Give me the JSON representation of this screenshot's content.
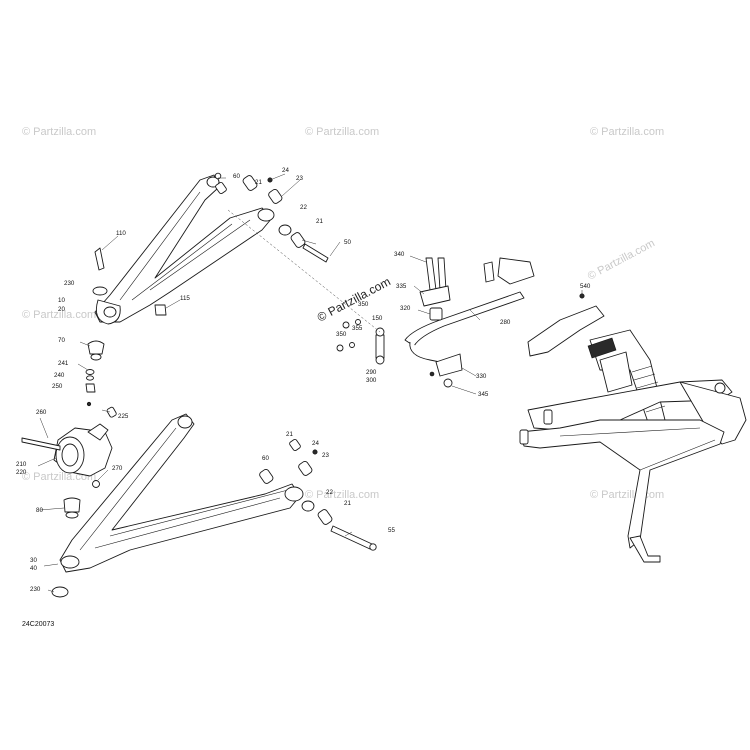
{
  "watermark_text": "© Partzilla.com",
  "diagram_code": "24C20073",
  "callouts": [
    "24",
    "60",
    "21",
    "23",
    "22",
    "21",
    "50",
    "110",
    "230",
    "10",
    "20",
    "115",
    "70",
    "241",
    "240",
    "250",
    "225",
    "260",
    "210",
    "220",
    "270",
    "80",
    "30",
    "40",
    "230",
    "24",
    "60",
    "21",
    "23",
    "22",
    "21",
    "55",
    "340",
    "335",
    "320",
    "350",
    "355",
    "150",
    "350",
    "290",
    "300",
    "280",
    "330",
    "345",
    "540"
  ]
}
